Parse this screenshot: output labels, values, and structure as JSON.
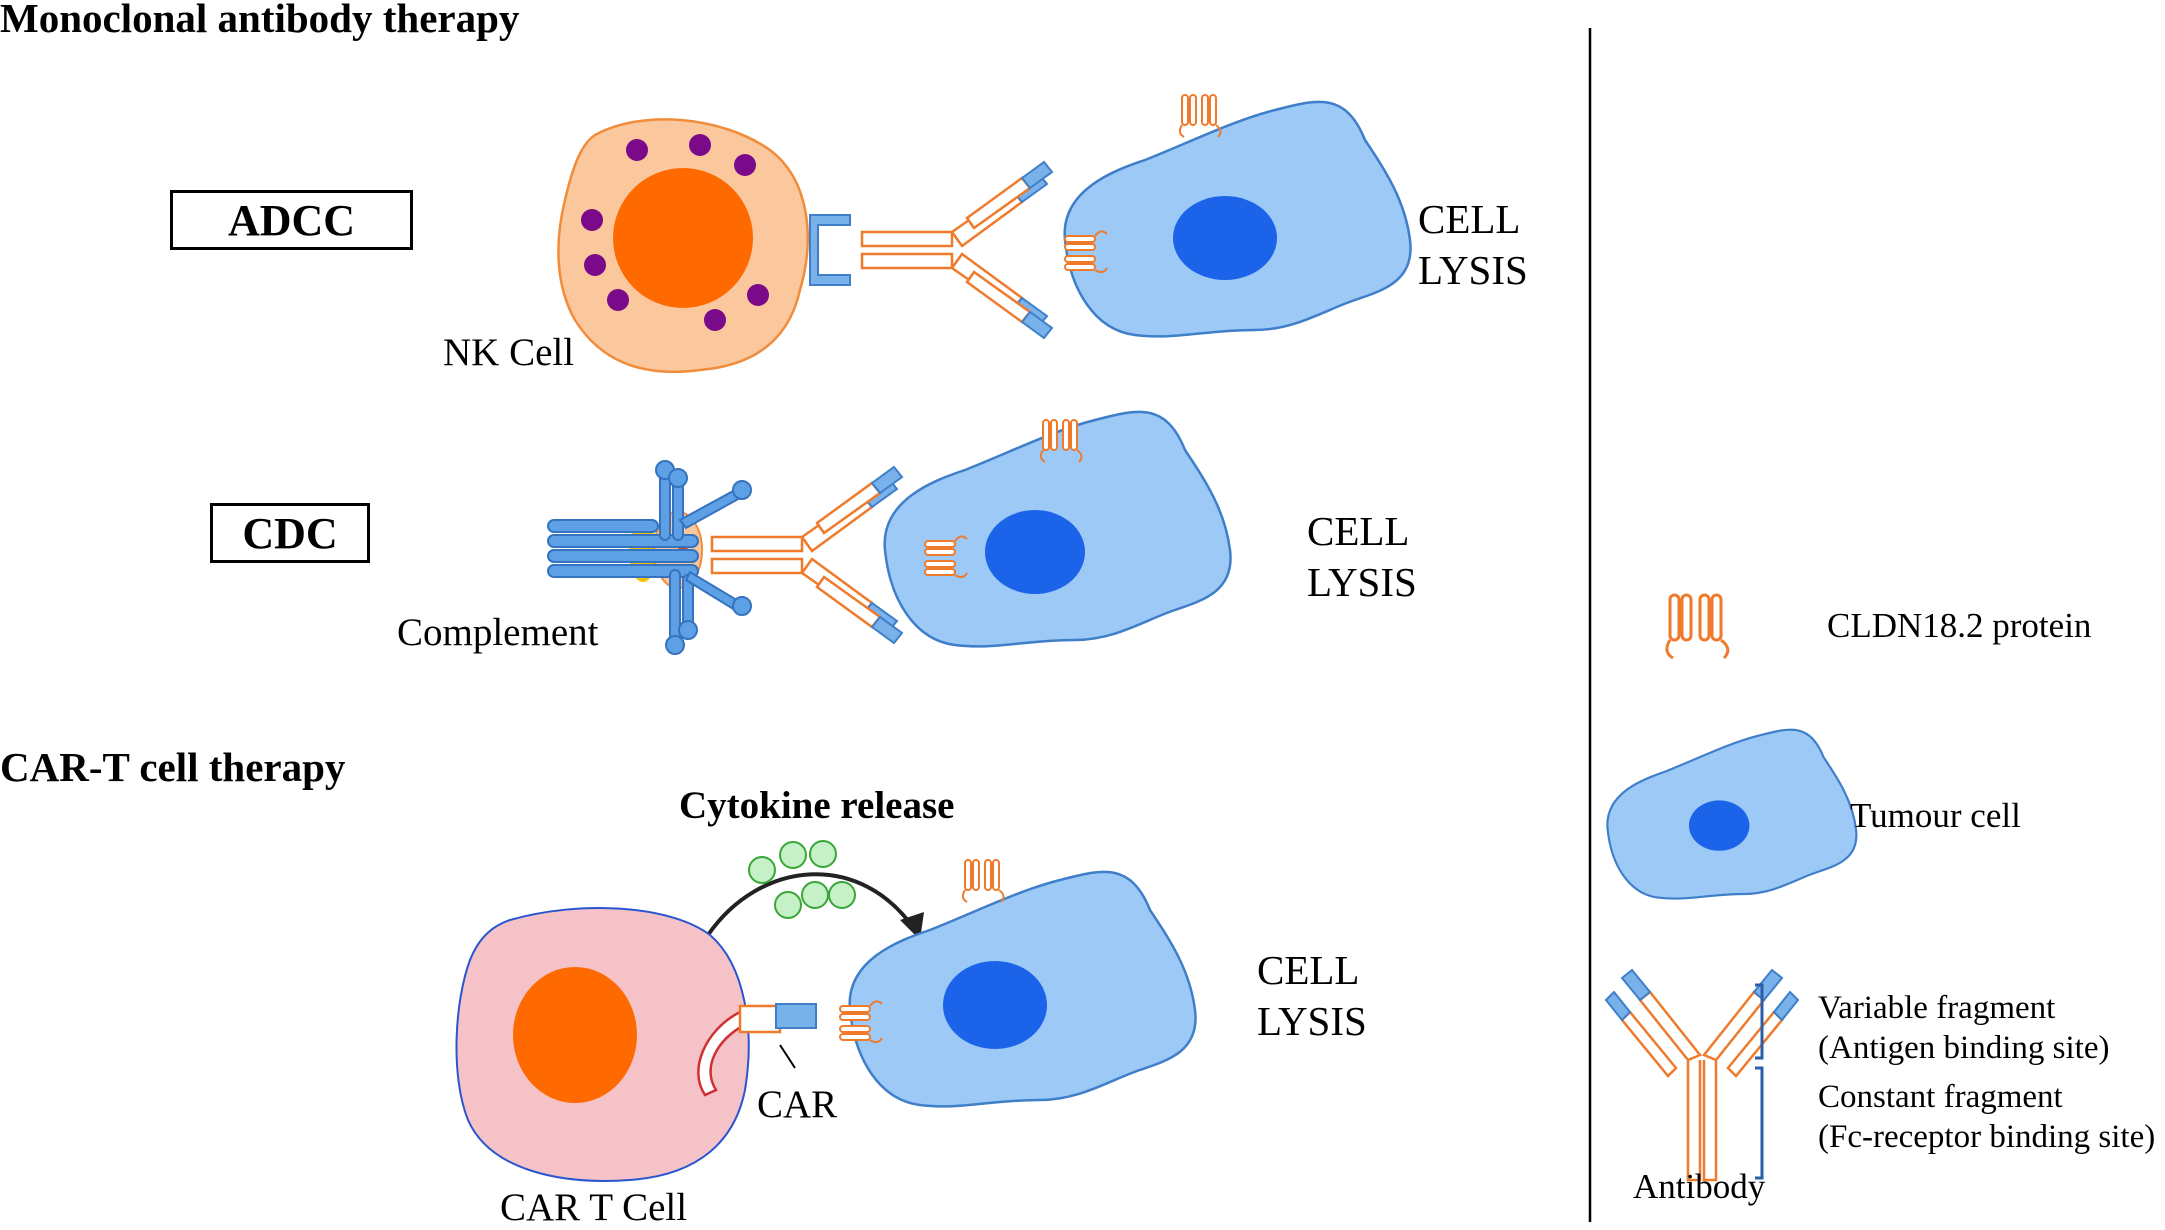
{
  "sections": {
    "monoclonal_title": "Monoclonal antibody therapy",
    "cart_title": "CAR-T cell therapy"
  },
  "adcc": {
    "box_label": "ADCC",
    "cell_label": "NK Cell",
    "result_line1": "CELL",
    "result_line2": "LYSIS"
  },
  "cdc": {
    "box_label": "CDC",
    "complement_label": "Complement",
    "result_line1": "CELL",
    "result_line2": "LYSIS"
  },
  "cart": {
    "cytokine_label": "Cytokine release",
    "car_label": "CAR",
    "cell_label": "CAR T Cell",
    "result_line1": "CELL",
    "result_line2": "LYSIS"
  },
  "legend": {
    "protein_label": "CLDN18.2 protein",
    "tumour_label": "Tumour cell",
    "variable_line1": "Variable fragment",
    "variable_line2": "(Antigen binding site)",
    "constant_line1": "Constant fragment",
    "constant_line2": "(Fc-receptor binding site)",
    "antibody_label": "Antibody"
  },
  "colors": {
    "tumour_fill": "#9dc9f7",
    "tumour_nucleus": "#1b63e8",
    "nk_fill": "#fbc79d",
    "nucleus_orange": "#ff6a00",
    "granule": "#7a0a8a",
    "antibody_orange": "#f07a2b",
    "antibody_blue": "#79b2ea",
    "car_t_fill": "#f5c2c8",
    "cytokine": "#c6f0c6"
  }
}
